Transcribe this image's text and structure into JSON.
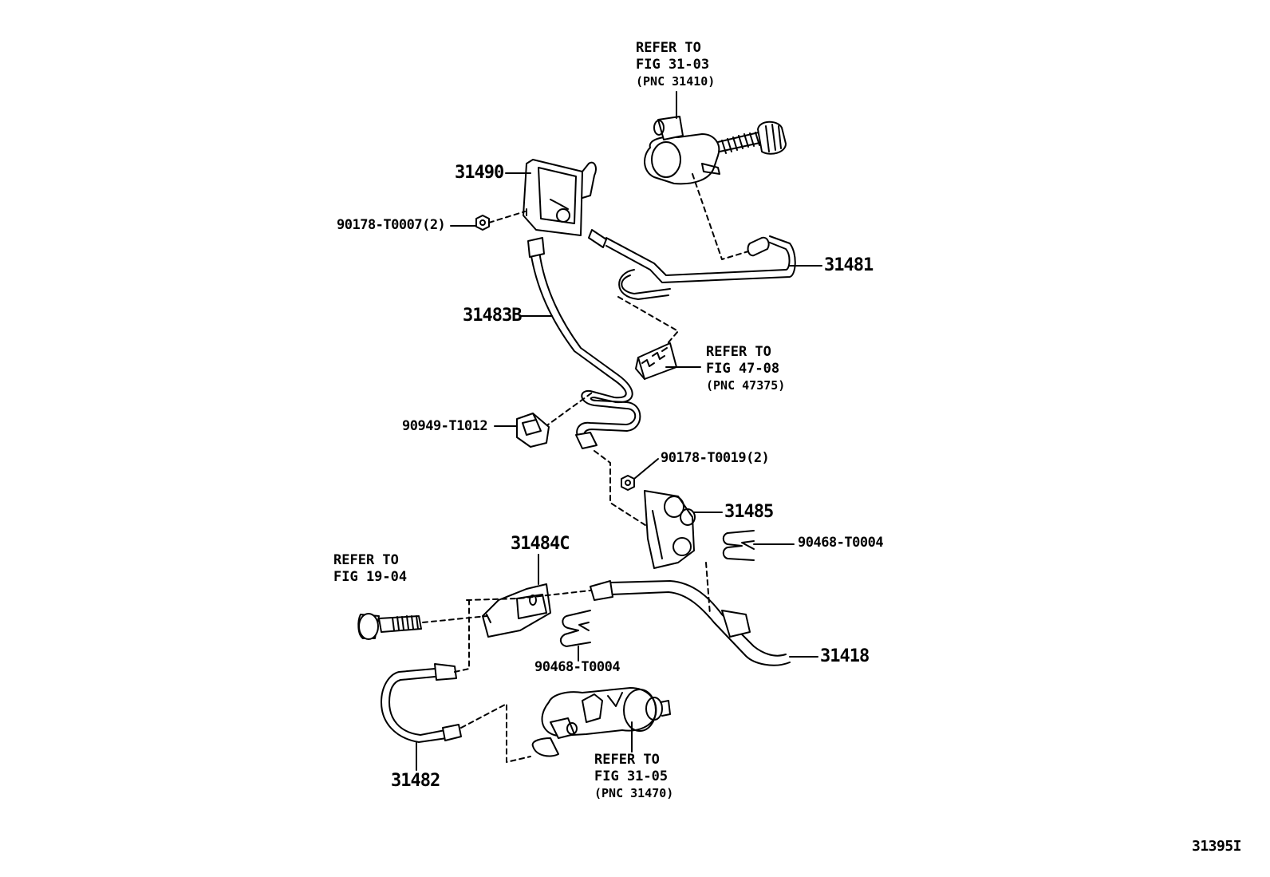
{
  "parts": {
    "p31490": "31490",
    "p90178_t0007": "90178-T0007(2)",
    "p31481": "31481",
    "p31483b": "31483B",
    "p90949_t1012": "90949-T1012",
    "p90178_t0019": "90178-T0019(2)",
    "p31485": "31485",
    "p90468_t0004_a": "90468-T0004",
    "p31484c": "31484C",
    "p90468_t0004_b": "90468-T0004",
    "p31418": "31418",
    "p31482": "31482"
  },
  "refs": {
    "r31_03": {
      "line1": "REFER TO",
      "line2": "FIG 31-03",
      "line3": "(PNC 31410)"
    },
    "r47_08": {
      "line1": "REFER TO",
      "line2": "FIG 47-08",
      "line3": "(PNC 47375)"
    },
    "r19_04": {
      "line1": "REFER TO",
      "line2": "FIG 19-04"
    },
    "r31_05": {
      "line1": "REFER TO",
      "line2": "FIG 31-05",
      "line3": "(PNC 31470)"
    }
  },
  "figure_id": "31395I"
}
